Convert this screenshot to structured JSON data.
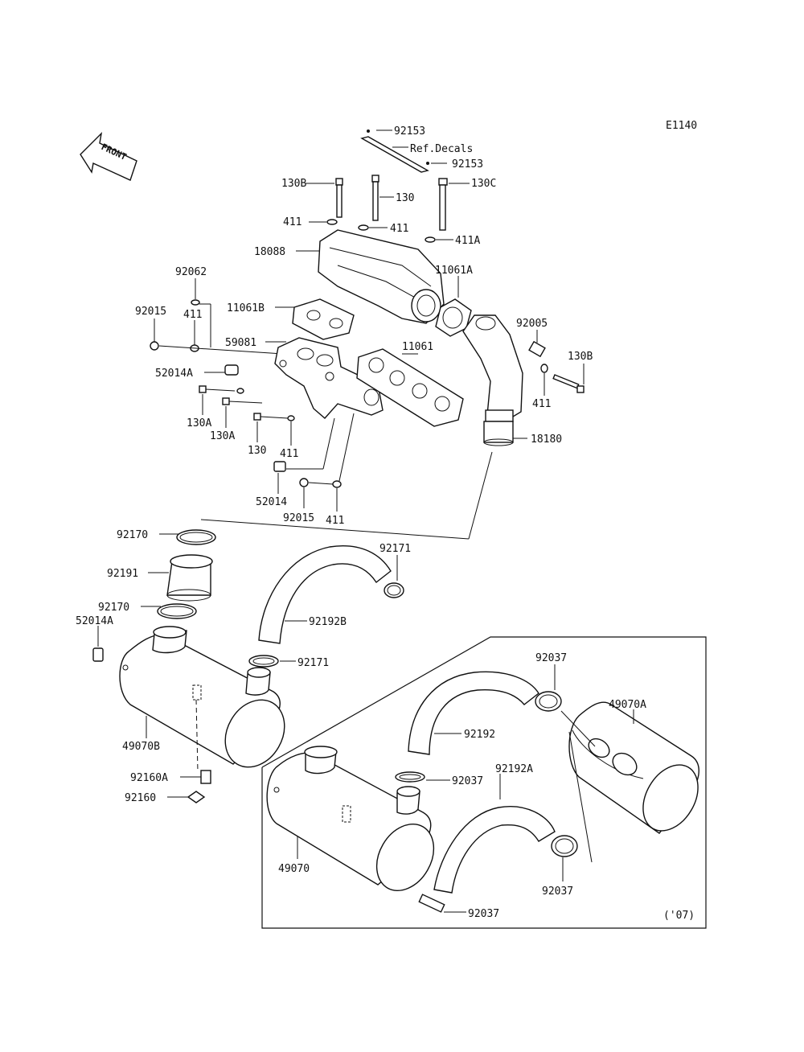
{
  "diagram": {
    "code": "E1140",
    "front_label": "FRONT",
    "ref_decals": "Ref.Decals",
    "year_note": "('07)",
    "labels": {
      "p92153a": "92153",
      "p92153b": "92153",
      "p130B_top": "130B",
      "p130": "130",
      "p130C": "130C",
      "p411_a": "411",
      "p411_b": "411",
      "p411A": "411A",
      "p18088": "18088",
      "p11061A": "11061A",
      "p92062": "92062",
      "p92015_a": "92015",
      "p411_c": "411",
      "p11061B": "11061B",
      "p59081": "59081",
      "p11061": "11061",
      "p92005": "92005",
      "p130B_right": "130B",
      "p411_right": "411",
      "p52014A_a": "52014A",
      "p130A_a": "130A",
      "p130A_b": "130A",
      "p130_b": "130",
      "p411_d": "411",
      "p18180": "18180",
      "p52014": "52014",
      "p92015_b": "92015",
      "p411_e": "411",
      "p92170_a": "92170",
      "p92171_a": "92171",
      "p92191": "92191",
      "p92170_b": "92170",
      "p52014A_b": "52014A",
      "p92192B": "92192B",
      "p92171_b": "92171",
      "p49070B": "49070B",
      "p92160A": "92160A",
      "p92160": "92160",
      "p92037_a": "92037",
      "p49070A": "49070A",
      "p92192": "92192",
      "p92037_b": "92037",
      "p92192A": "92192A",
      "p49070": "49070",
      "p92037_c": "92037",
      "p92037_d": "92037"
    }
  }
}
